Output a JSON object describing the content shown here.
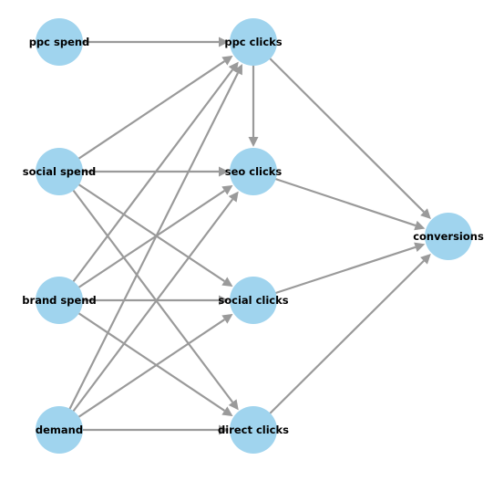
{
  "diagram": {
    "type": "directed-graph",
    "node_color": "#a0d4ee",
    "edge_color": "#9a9a9a",
    "nodes": [
      {
        "id": "ppc_spend",
        "label": "ppc spend"
      },
      {
        "id": "social_spend",
        "label": "social spend"
      },
      {
        "id": "brand_spend",
        "label": "brand spend"
      },
      {
        "id": "demand",
        "label": "demand"
      },
      {
        "id": "ppc_clicks",
        "label": "ppc clicks"
      },
      {
        "id": "seo_clicks",
        "label": "seo clicks"
      },
      {
        "id": "social_clicks",
        "label": "social clicks"
      },
      {
        "id": "direct_clicks",
        "label": "direct clicks"
      },
      {
        "id": "conversions",
        "label": "conversions"
      }
    ],
    "edges": [
      {
        "from": "ppc_spend",
        "to": "ppc_clicks"
      },
      {
        "from": "social_spend",
        "to": "ppc_clicks"
      },
      {
        "from": "social_spend",
        "to": "seo_clicks"
      },
      {
        "from": "social_spend",
        "to": "social_clicks"
      },
      {
        "from": "social_spend",
        "to": "direct_clicks"
      },
      {
        "from": "brand_spend",
        "to": "ppc_clicks"
      },
      {
        "from": "brand_spend",
        "to": "seo_clicks"
      },
      {
        "from": "brand_spend",
        "to": "social_clicks"
      },
      {
        "from": "brand_spend",
        "to": "direct_clicks"
      },
      {
        "from": "demand",
        "to": "ppc_clicks"
      },
      {
        "from": "demand",
        "to": "seo_clicks"
      },
      {
        "from": "demand",
        "to": "social_clicks"
      },
      {
        "from": "demand",
        "to": "direct_clicks"
      },
      {
        "from": "ppc_clicks",
        "to": "seo_clicks"
      },
      {
        "from": "ppc_clicks",
        "to": "conversions"
      },
      {
        "from": "seo_clicks",
        "to": "conversions"
      },
      {
        "from": "social_clicks",
        "to": "conversions"
      },
      {
        "from": "direct_clicks",
        "to": "conversions"
      }
    ]
  }
}
